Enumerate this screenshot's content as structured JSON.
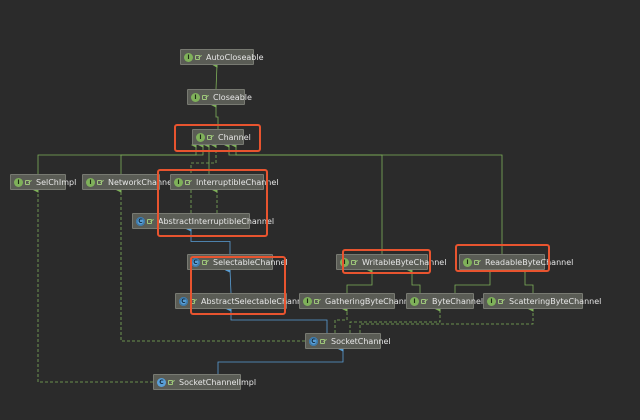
{
  "nodes": [
    {
      "id": "AutoCloseable",
      "label": "AutoCloseable",
      "kind": "interface",
      "badge": "I"
    },
    {
      "id": "Closeable",
      "label": "Closeable",
      "kind": "interface",
      "badge": "I"
    },
    {
      "id": "Channel",
      "label": "Channel",
      "kind": "interface",
      "badge": "I"
    },
    {
      "id": "SelChImpl",
      "label": "SelChImpl",
      "kind": "interface",
      "badge": "I"
    },
    {
      "id": "NetworkChannel",
      "label": "NetworkChannel",
      "kind": "interface",
      "badge": "I"
    },
    {
      "id": "InterruptibleChannel",
      "label": "InterruptibleChannel",
      "kind": "interface",
      "badge": "I"
    },
    {
      "id": "AbstractInterruptibleChannel",
      "label": "AbstractInterruptibleChannel",
      "kind": "abstract",
      "badge": "C"
    },
    {
      "id": "SelectableChannel",
      "label": "SelectableChannel",
      "kind": "abstract",
      "badge": "C"
    },
    {
      "id": "AbstractSelectableChannel",
      "label": "AbstractSelectableChannel",
      "kind": "abstract",
      "badge": "C"
    },
    {
      "id": "WritableByteChannel",
      "label": "WritableByteChannel",
      "kind": "interface",
      "badge": "I"
    },
    {
      "id": "ReadableByteChannel",
      "label": "ReadableByteChannel",
      "kind": "interface",
      "badge": "I"
    },
    {
      "id": "GatheringByteChannel",
      "label": "GatheringByteChannel",
      "kind": "interface",
      "badge": "I"
    },
    {
      "id": "ByteChannel",
      "label": "ByteChannel",
      "kind": "interface",
      "badge": "I"
    },
    {
      "id": "ScatteringByteChannel",
      "label": "ScatteringByteChannel",
      "kind": "interface",
      "badge": "I"
    },
    {
      "id": "SocketChannel",
      "label": "SocketChannel",
      "kind": "abstract",
      "badge": "C"
    },
    {
      "id": "SocketChannelImpl",
      "label": "SocketChannelImpl",
      "kind": "class",
      "badge": "C"
    }
  ],
  "edges": [
    {
      "from": "Closeable",
      "to": "AutoCloseable",
      "type": "extends"
    },
    {
      "from": "Channel",
      "to": "Closeable",
      "type": "extends"
    },
    {
      "from": "SelChImpl",
      "to": "Channel",
      "type": "extends"
    },
    {
      "from": "NetworkChannel",
      "to": "Channel",
      "type": "extends"
    },
    {
      "from": "InterruptibleChannel",
      "to": "Channel",
      "type": "extends"
    },
    {
      "from": "AbstractInterruptibleChannel",
      "to": "Channel",
      "type": "implements"
    },
    {
      "from": "AbstractInterruptibleChannel",
      "to": "InterruptibleChannel",
      "type": "implements"
    },
    {
      "from": "WritableByteChannel",
      "to": "Channel",
      "type": "extends"
    },
    {
      "from": "ReadableByteChannel",
      "to": "Channel",
      "type": "extends"
    },
    {
      "from": "SelectableChannel",
      "to": "AbstractInterruptibleChannel",
      "type": "class-extends"
    },
    {
      "from": "AbstractSelectableChannel",
      "to": "SelectableChannel",
      "type": "class-extends"
    },
    {
      "from": "GatheringByteChannel",
      "to": "WritableByteChannel",
      "type": "extends"
    },
    {
      "from": "ByteChannel",
      "to": "WritableByteChannel",
      "type": "extends"
    },
    {
      "from": "ByteChannel",
      "to": "ReadableByteChannel",
      "type": "extends"
    },
    {
      "from": "ScatteringByteChannel",
      "to": "ReadableByteChannel",
      "type": "extends"
    },
    {
      "from": "SocketChannel",
      "to": "AbstractSelectableChannel",
      "type": "class-extends"
    },
    {
      "from": "SocketChannel",
      "to": "NetworkChannel",
      "type": "implements"
    },
    {
      "from": "SocketChannel",
      "to": "GatheringByteChannel",
      "type": "implements"
    },
    {
      "from": "SocketChannel",
      "to": "ByteChannel",
      "type": "implements"
    },
    {
      "from": "SocketChannel",
      "to": "ScatteringByteChannel",
      "type": "implements"
    },
    {
      "from": "SocketChannelImpl",
      "to": "SocketChannel",
      "type": "class-extends"
    },
    {
      "from": "SocketChannelImpl",
      "to": "SelChImpl",
      "type": "implements"
    }
  ],
  "highlights": [
    "Channel",
    "InterruptibleChannel+AbstractInterruptibleChannel",
    "SelectableChannel+AbstractSelectableChannel",
    "WritableByteChannel",
    "ReadableByteChannel"
  ],
  "colors": {
    "background": "#2b2b2b",
    "node_fill": "#5a5c55",
    "interface_edge": "#7fb15a",
    "class_edge": "#5a9fd6",
    "highlight": "#e8542f"
  },
  "icons": {
    "interface_badge": "interface-i-icon",
    "class_badge": "class-c-icon",
    "visibility": "public-visibility-icon"
  }
}
